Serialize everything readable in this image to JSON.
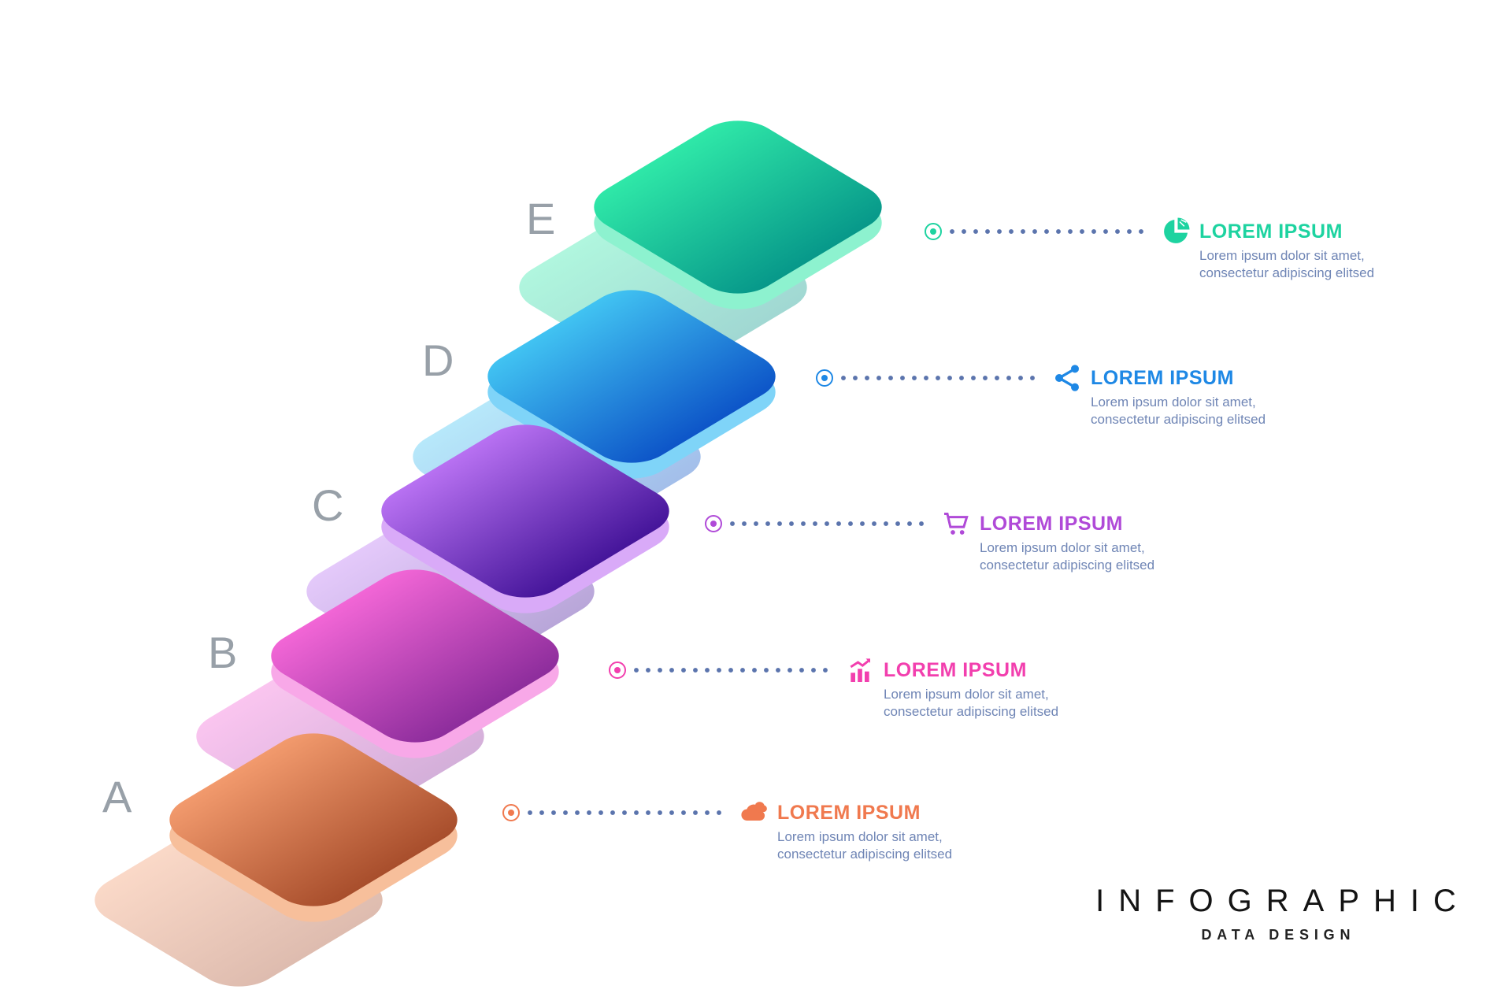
{
  "steps": [
    {
      "letter": "A",
      "title": "LOREM IPSUM",
      "desc_line1": "Lorem ipsum dolor sit amet,",
      "desc_line2": "consectetur adipiscing elitsed",
      "icon": "cloud-icon",
      "accent": "#F0794E"
    },
    {
      "letter": "B",
      "title": "LOREM IPSUM",
      "desc_line1": "Lorem ipsum dolor sit amet,",
      "desc_line2": "consectetur adipiscing elitsed",
      "icon": "bar-chart-icon",
      "accent": "#F23FAE"
    },
    {
      "letter": "C",
      "title": "LOREM IPSUM",
      "desc_line1": "Lorem ipsum dolor sit amet,",
      "desc_line2": "consectetur adipiscing elitsed",
      "icon": "shopping-cart-icon",
      "accent": "#B04AD8"
    },
    {
      "letter": "D",
      "title": "LOREM IPSUM",
      "desc_line1": "Lorem ipsum dolor sit amet,",
      "desc_line2": "consectetur adipiscing elitsed",
      "icon": "share-icon",
      "accent": "#1E88E5"
    },
    {
      "letter": "E",
      "title": "LOREM IPSUM",
      "desc_line1": "Lorem ipsum dolor sit amet,",
      "desc_line2": "consectetur adipiscing elitsed",
      "icon": "pie-chart-icon",
      "accent": "#1DD3A0"
    }
  ],
  "footer": {
    "title": "INFOGRAPHIC",
    "subtitle": "DATA DESIGN"
  },
  "palette": {
    "dots": "#5B74AD",
    "description_text": "#6F85B5",
    "letters": "#98A0A8"
  }
}
